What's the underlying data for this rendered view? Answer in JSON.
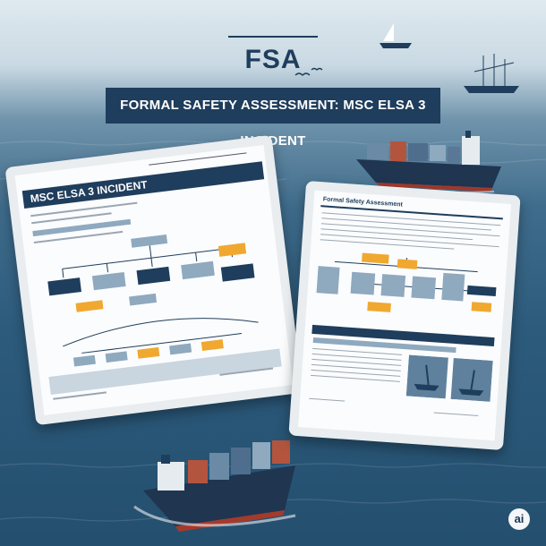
{
  "header": {
    "logo_text": "FSA",
    "title": "FORMAL SAFETY ASSESSMENT: MSC ELSA 3 INCIDENT"
  },
  "left_document": {
    "title": "MSC ELSA 3 INCIDENT"
  },
  "right_document": {
    "title": "Formal Safety Assessment"
  },
  "badge": {
    "label": "ai"
  },
  "colors": {
    "navy": "#1f3d5c",
    "accent_orange": "#f0a830",
    "box_blue": "#8fa9bf",
    "sea": "#2d5b7c"
  }
}
